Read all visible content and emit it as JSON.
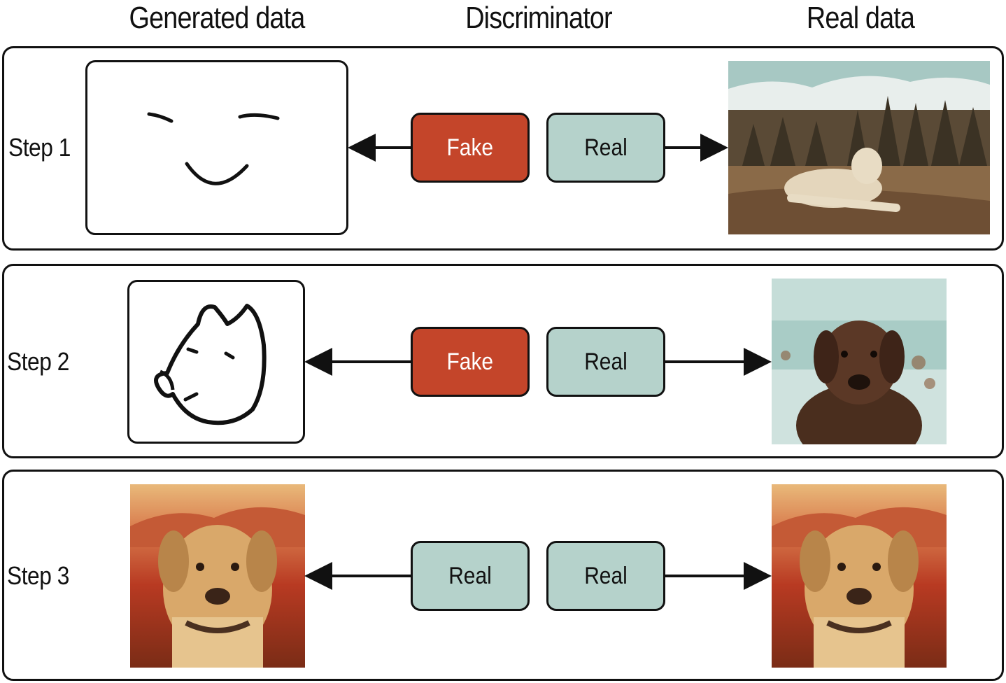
{
  "columns": {
    "generated": "Generated data",
    "discriminator": "Discriminator",
    "real": "Real data"
  },
  "colors": {
    "fake": "#c4452a",
    "real": "#b5d2cb",
    "stroke": "#111111"
  },
  "steps": [
    {
      "label": "Step 1",
      "verdict_generated": "Fake",
      "verdict_real": "Real",
      "generated_icon": "smiley-face-sketch-icon",
      "real_image": "dog-lying-on-mountain-photo"
    },
    {
      "label": "Step 2",
      "verdict_generated": "Fake",
      "verdict_real": "Real",
      "generated_icon": "dog-head-sketch-icon",
      "real_image": "brown-labrador-sitting-photo"
    },
    {
      "label": "Step 3",
      "verdict_generated": "Real",
      "verdict_real": "Real",
      "generated_icon": "yellow-labrador-portrait-photo",
      "real_image": "yellow-labrador-portrait-photo"
    }
  ]
}
